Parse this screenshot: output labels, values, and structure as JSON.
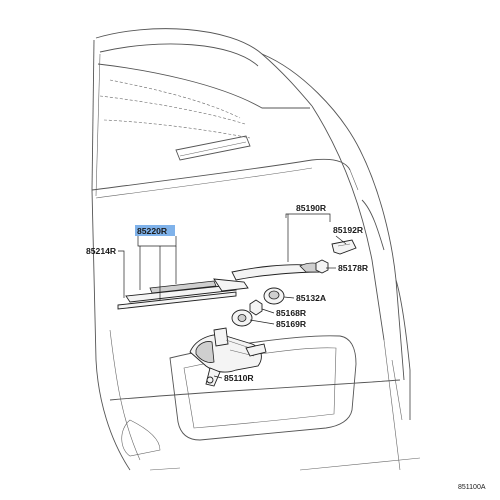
{
  "parts": {
    "p85220R": "85220R",
    "p85214R": "85214R",
    "p85190R": "85190R",
    "p85192R": "85192R",
    "p85178R": "85178R",
    "p85132A": "85132A",
    "p85168R": "85168R",
    "p85169R": "85169R",
    "p85110R": "85110R"
  },
  "diagram_code": "851100A",
  "colors": {
    "highlight": "#7fb2ea"
  }
}
